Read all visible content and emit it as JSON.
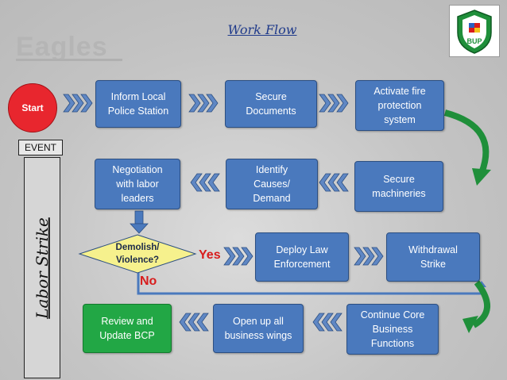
{
  "title": "Work Flow",
  "watermark": "Eagles",
  "logo_text": "BUP",
  "start_label": "Start",
  "event_label": "EVENT",
  "side_label": "Labor Strike",
  "steps": {
    "inform_police": "Inform Local\nPolice Station",
    "secure_documents": "Secure\nDocuments",
    "activate_fire": "Activate fire\nprotection\nsystem",
    "secure_machineries": "Secure\nmachineries",
    "identify_causes": "Identify\nCauses/\nDemand",
    "negotiation": "Negotiation\nwith labor\nleaders",
    "deploy_law": "Deploy Law\nEnforcement",
    "withdrawal_strike": "Withdrawal\nStrike",
    "continue_core": "Continue Core\nBusiness\nFunctions",
    "open_wings": "Open up all\nbusiness wings",
    "review_bcp": "Review and\nUpdate BCP"
  },
  "decision": "Demolish/\nViolence?",
  "yes_label": "Yes",
  "no_label": "No",
  "colors": {
    "box_blue": "#4a79bd",
    "start_red": "#e8262e",
    "review_green": "#22a745",
    "decision_yellow": "#f6f18d",
    "curve_green": "#1f8f3a",
    "text_red": "#d81c1c"
  }
}
